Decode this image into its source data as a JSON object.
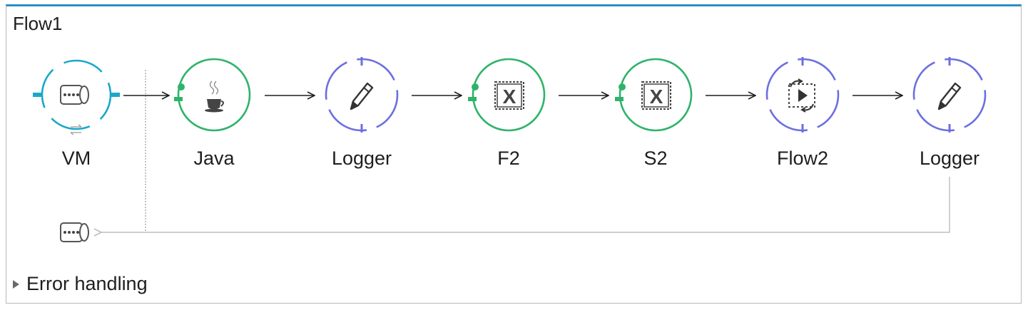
{
  "flow": {
    "title": "Flow1",
    "nodes": [
      {
        "label": "VM",
        "icon": "vm-endpoint-icon",
        "color": "#1aa8c8"
      },
      {
        "label": "Java",
        "icon": "java-cup-icon",
        "color": "#2fb36a"
      },
      {
        "label": "Logger",
        "icon": "pencil-icon",
        "color": "#6c6fe0"
      },
      {
        "label": "F2",
        "icon": "transform-x-icon",
        "color": "#2fb36a"
      },
      {
        "label": "S2",
        "icon": "transform-x-icon",
        "color": "#2fb36a"
      },
      {
        "label": "Flow2",
        "icon": "flow-reference-icon",
        "color": "#6c6fe0"
      },
      {
        "label": "Logger",
        "icon": "pencil-icon",
        "color": "#6c6fe0"
      }
    ],
    "return_icon": "vm-endpoint-icon"
  },
  "error_handling": {
    "label": "Error handling",
    "icon": "expand-triangle-icon"
  },
  "colors": {
    "accent": "#2b8fc7",
    "arrow": "#1e1e1e",
    "return_path": "#bdbdbd"
  }
}
